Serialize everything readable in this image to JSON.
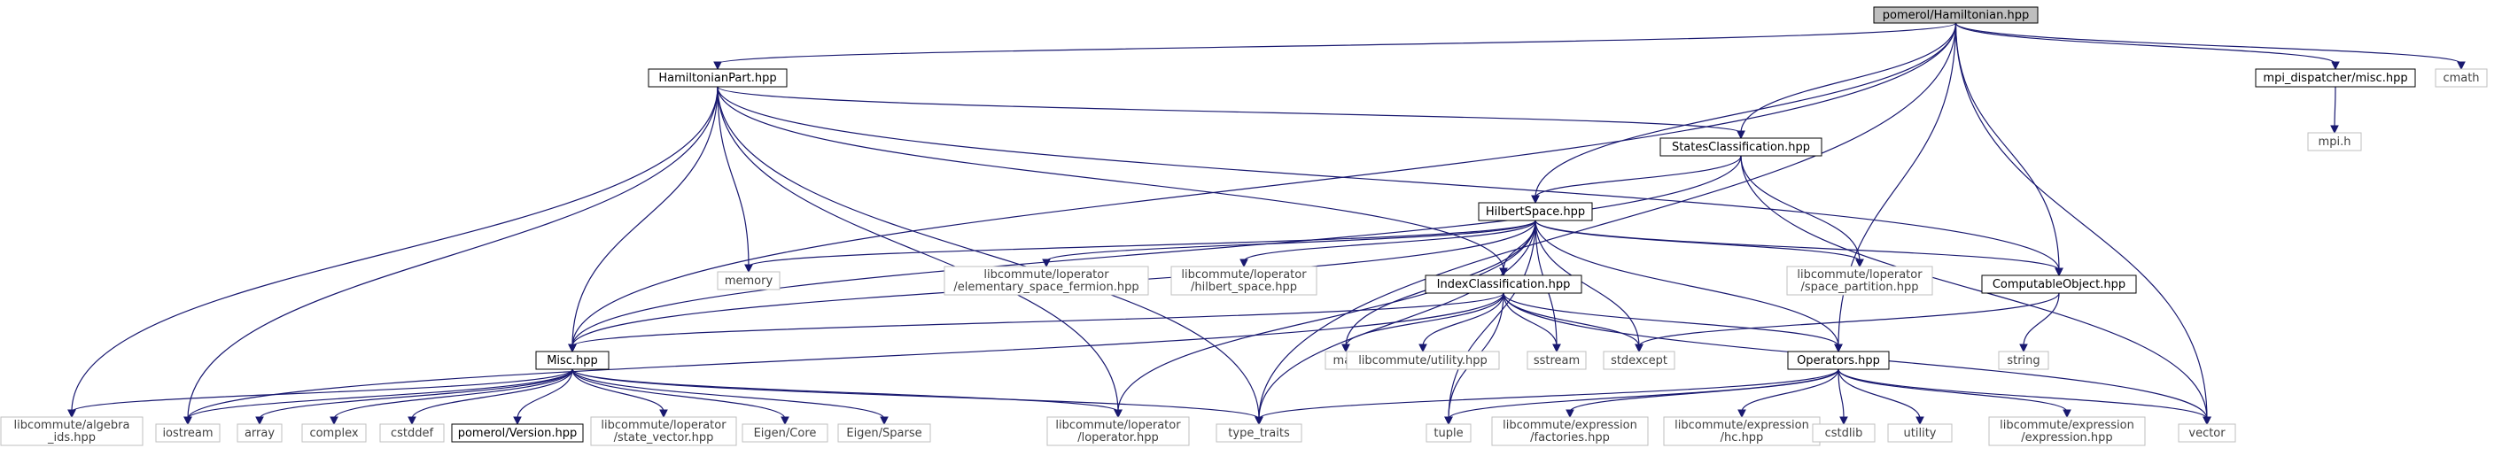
{
  "colors": {
    "edge": "#191970",
    "root_fill": "#bfbfbf",
    "root_border": "#000000",
    "documented_border": "#000000",
    "undocumented_border": "#bfbfbf",
    "documented_text": "#000000",
    "undocumented_text": "#404040"
  },
  "nodes": {
    "root": {
      "label": [
        "pomerol/Hamiltonian.hpp"
      ],
      "kind": "root"
    },
    "hpart": {
      "label": [
        "HamiltonianPart.hpp"
      ],
      "kind": "documented"
    },
    "mpimisc": {
      "label": [
        "mpi_dispatcher/misc.hpp"
      ],
      "kind": "documented"
    },
    "cmath": {
      "label": [
        "cmath"
      ],
      "kind": "external"
    },
    "mpih": {
      "label": [
        "mpi.h"
      ],
      "kind": "external"
    },
    "states": {
      "label": [
        "StatesClassification.hpp"
      ],
      "kind": "documented"
    },
    "hilbert": {
      "label": [
        "HilbertSpace.hpp"
      ],
      "kind": "documented"
    },
    "memory": {
      "label": [
        "memory"
      ],
      "kind": "external"
    },
    "elemspace": {
      "label": [
        "libcommute/loperator",
        "/elementary_space_fermion.hpp"
      ],
      "kind": "external"
    },
    "hilbspace": {
      "label": [
        "libcommute/loperator",
        "/hilbert_space.hpp"
      ],
      "kind": "external"
    },
    "index": {
      "label": [
        "IndexClassification.hpp"
      ],
      "kind": "documented"
    },
    "spacepart": {
      "label": [
        "libcommute/loperator",
        "/space_partition.hpp"
      ],
      "kind": "external"
    },
    "computable": {
      "label": [
        "ComputableObject.hpp"
      ],
      "kind": "documented"
    },
    "map": {
      "label": [
        "map"
      ],
      "kind": "external"
    },
    "utilityhpp": {
      "label": [
        "libcommute/utility.hpp"
      ],
      "kind": "external"
    },
    "sstream": {
      "label": [
        "sstream"
      ],
      "kind": "external"
    },
    "stdexcept": {
      "label": [
        "stdexcept"
      ],
      "kind": "external"
    },
    "string": {
      "label": [
        "string"
      ],
      "kind": "external"
    },
    "misc": {
      "label": [
        "Misc.hpp"
      ],
      "kind": "documented"
    },
    "operators": {
      "label": [
        "Operators.hpp"
      ],
      "kind": "documented"
    },
    "algebra": {
      "label": [
        "libcommute/algebra",
        "_ids.hpp"
      ],
      "kind": "external"
    },
    "iostream": {
      "label": [
        "iostream"
      ],
      "kind": "external"
    },
    "array": {
      "label": [
        "array"
      ],
      "kind": "external"
    },
    "complex": {
      "label": [
        "complex"
      ],
      "kind": "external"
    },
    "cstddef": {
      "label": [
        "cstddef"
      ],
      "kind": "external"
    },
    "version": {
      "label": [
        "pomerol/Version.hpp"
      ],
      "kind": "documented"
    },
    "statevec": {
      "label": [
        "libcommute/loperator",
        "/state_vector.hpp"
      ],
      "kind": "external"
    },
    "eigencore": {
      "label": [
        "Eigen/Core"
      ],
      "kind": "external"
    },
    "eigensparse": {
      "label": [
        "Eigen/Sparse"
      ],
      "kind": "external"
    },
    "loperator": {
      "label": [
        "libcommute/loperator",
        "/loperator.hpp"
      ],
      "kind": "external"
    },
    "typetraits": {
      "label": [
        "type_traits"
      ],
      "kind": "external"
    },
    "tuple": {
      "label": [
        "tuple"
      ],
      "kind": "external"
    },
    "factories": {
      "label": [
        "libcommute/expression",
        "/factories.hpp"
      ],
      "kind": "external"
    },
    "hc": {
      "label": [
        "libcommute/expression",
        "/hc.hpp"
      ],
      "kind": "external"
    },
    "cstdlib": {
      "label": [
        "cstdlib"
      ],
      "kind": "external"
    },
    "utility": {
      "label": [
        "utility"
      ],
      "kind": "external"
    },
    "expression": {
      "label": [
        "libcommute/expression",
        "/expression.hpp"
      ],
      "kind": "external"
    },
    "vector": {
      "label": [
        "vector"
      ],
      "kind": "external"
    }
  },
  "edges": [
    [
      "root",
      "hpart"
    ],
    [
      "root",
      "misc"
    ],
    [
      "root",
      "hilbert"
    ],
    [
      "root",
      "states"
    ],
    [
      "root",
      "computable"
    ],
    [
      "root",
      "operators"
    ],
    [
      "root",
      "typetraits"
    ],
    [
      "root",
      "vector"
    ],
    [
      "root",
      "mpimisc"
    ],
    [
      "root",
      "cmath"
    ],
    [
      "mpimisc",
      "mpih"
    ],
    [
      "hpart",
      "misc"
    ],
    [
      "hpart",
      "states"
    ],
    [
      "hpart",
      "index"
    ],
    [
      "hpart",
      "computable"
    ],
    [
      "hpart",
      "memory"
    ],
    [
      "hpart",
      "algebra"
    ],
    [
      "hpart",
      "iostream"
    ],
    [
      "hpart",
      "loperator"
    ],
    [
      "hpart",
      "typetraits"
    ],
    [
      "states",
      "hilbert"
    ],
    [
      "states",
      "misc"
    ],
    [
      "states",
      "spacepart"
    ],
    [
      "states",
      "vector"
    ],
    [
      "hilbert",
      "memory"
    ],
    [
      "hilbert",
      "elemspace"
    ],
    [
      "hilbert",
      "hilbspace"
    ],
    [
      "hilbert",
      "index"
    ],
    [
      "hilbert",
      "spacepart"
    ],
    [
      "hilbert",
      "computable"
    ],
    [
      "hilbert",
      "map"
    ],
    [
      "hilbert",
      "sstream"
    ],
    [
      "hilbert",
      "stdexcept"
    ],
    [
      "hilbert",
      "misc"
    ],
    [
      "hilbert",
      "operators"
    ],
    [
      "hilbert",
      "loperator"
    ],
    [
      "hilbert",
      "typetraits"
    ],
    [
      "hilbert",
      "tuple"
    ],
    [
      "index",
      "misc"
    ],
    [
      "index",
      "map"
    ],
    [
      "index",
      "utilityhpp"
    ],
    [
      "index",
      "sstream"
    ],
    [
      "index",
      "stdexcept"
    ],
    [
      "index",
      "operators"
    ],
    [
      "index",
      "tuple"
    ],
    [
      "index",
      "vector"
    ],
    [
      "index",
      "iostream"
    ],
    [
      "computable",
      "string"
    ],
    [
      "computable",
      "stdexcept"
    ],
    [
      "misc",
      "algebra"
    ],
    [
      "misc",
      "iostream"
    ],
    [
      "misc",
      "array"
    ],
    [
      "misc",
      "complex"
    ],
    [
      "misc",
      "cstddef"
    ],
    [
      "misc",
      "version"
    ],
    [
      "misc",
      "statevec"
    ],
    [
      "misc",
      "eigencore"
    ],
    [
      "misc",
      "eigensparse"
    ],
    [
      "misc",
      "loperator"
    ],
    [
      "misc",
      "typetraits"
    ],
    [
      "operators",
      "typetraits"
    ],
    [
      "operators",
      "tuple"
    ],
    [
      "operators",
      "factories"
    ],
    [
      "operators",
      "hc"
    ],
    [
      "operators",
      "cstdlib"
    ],
    [
      "operators",
      "utility"
    ],
    [
      "operators",
      "expression"
    ],
    [
      "operators",
      "vector"
    ]
  ]
}
